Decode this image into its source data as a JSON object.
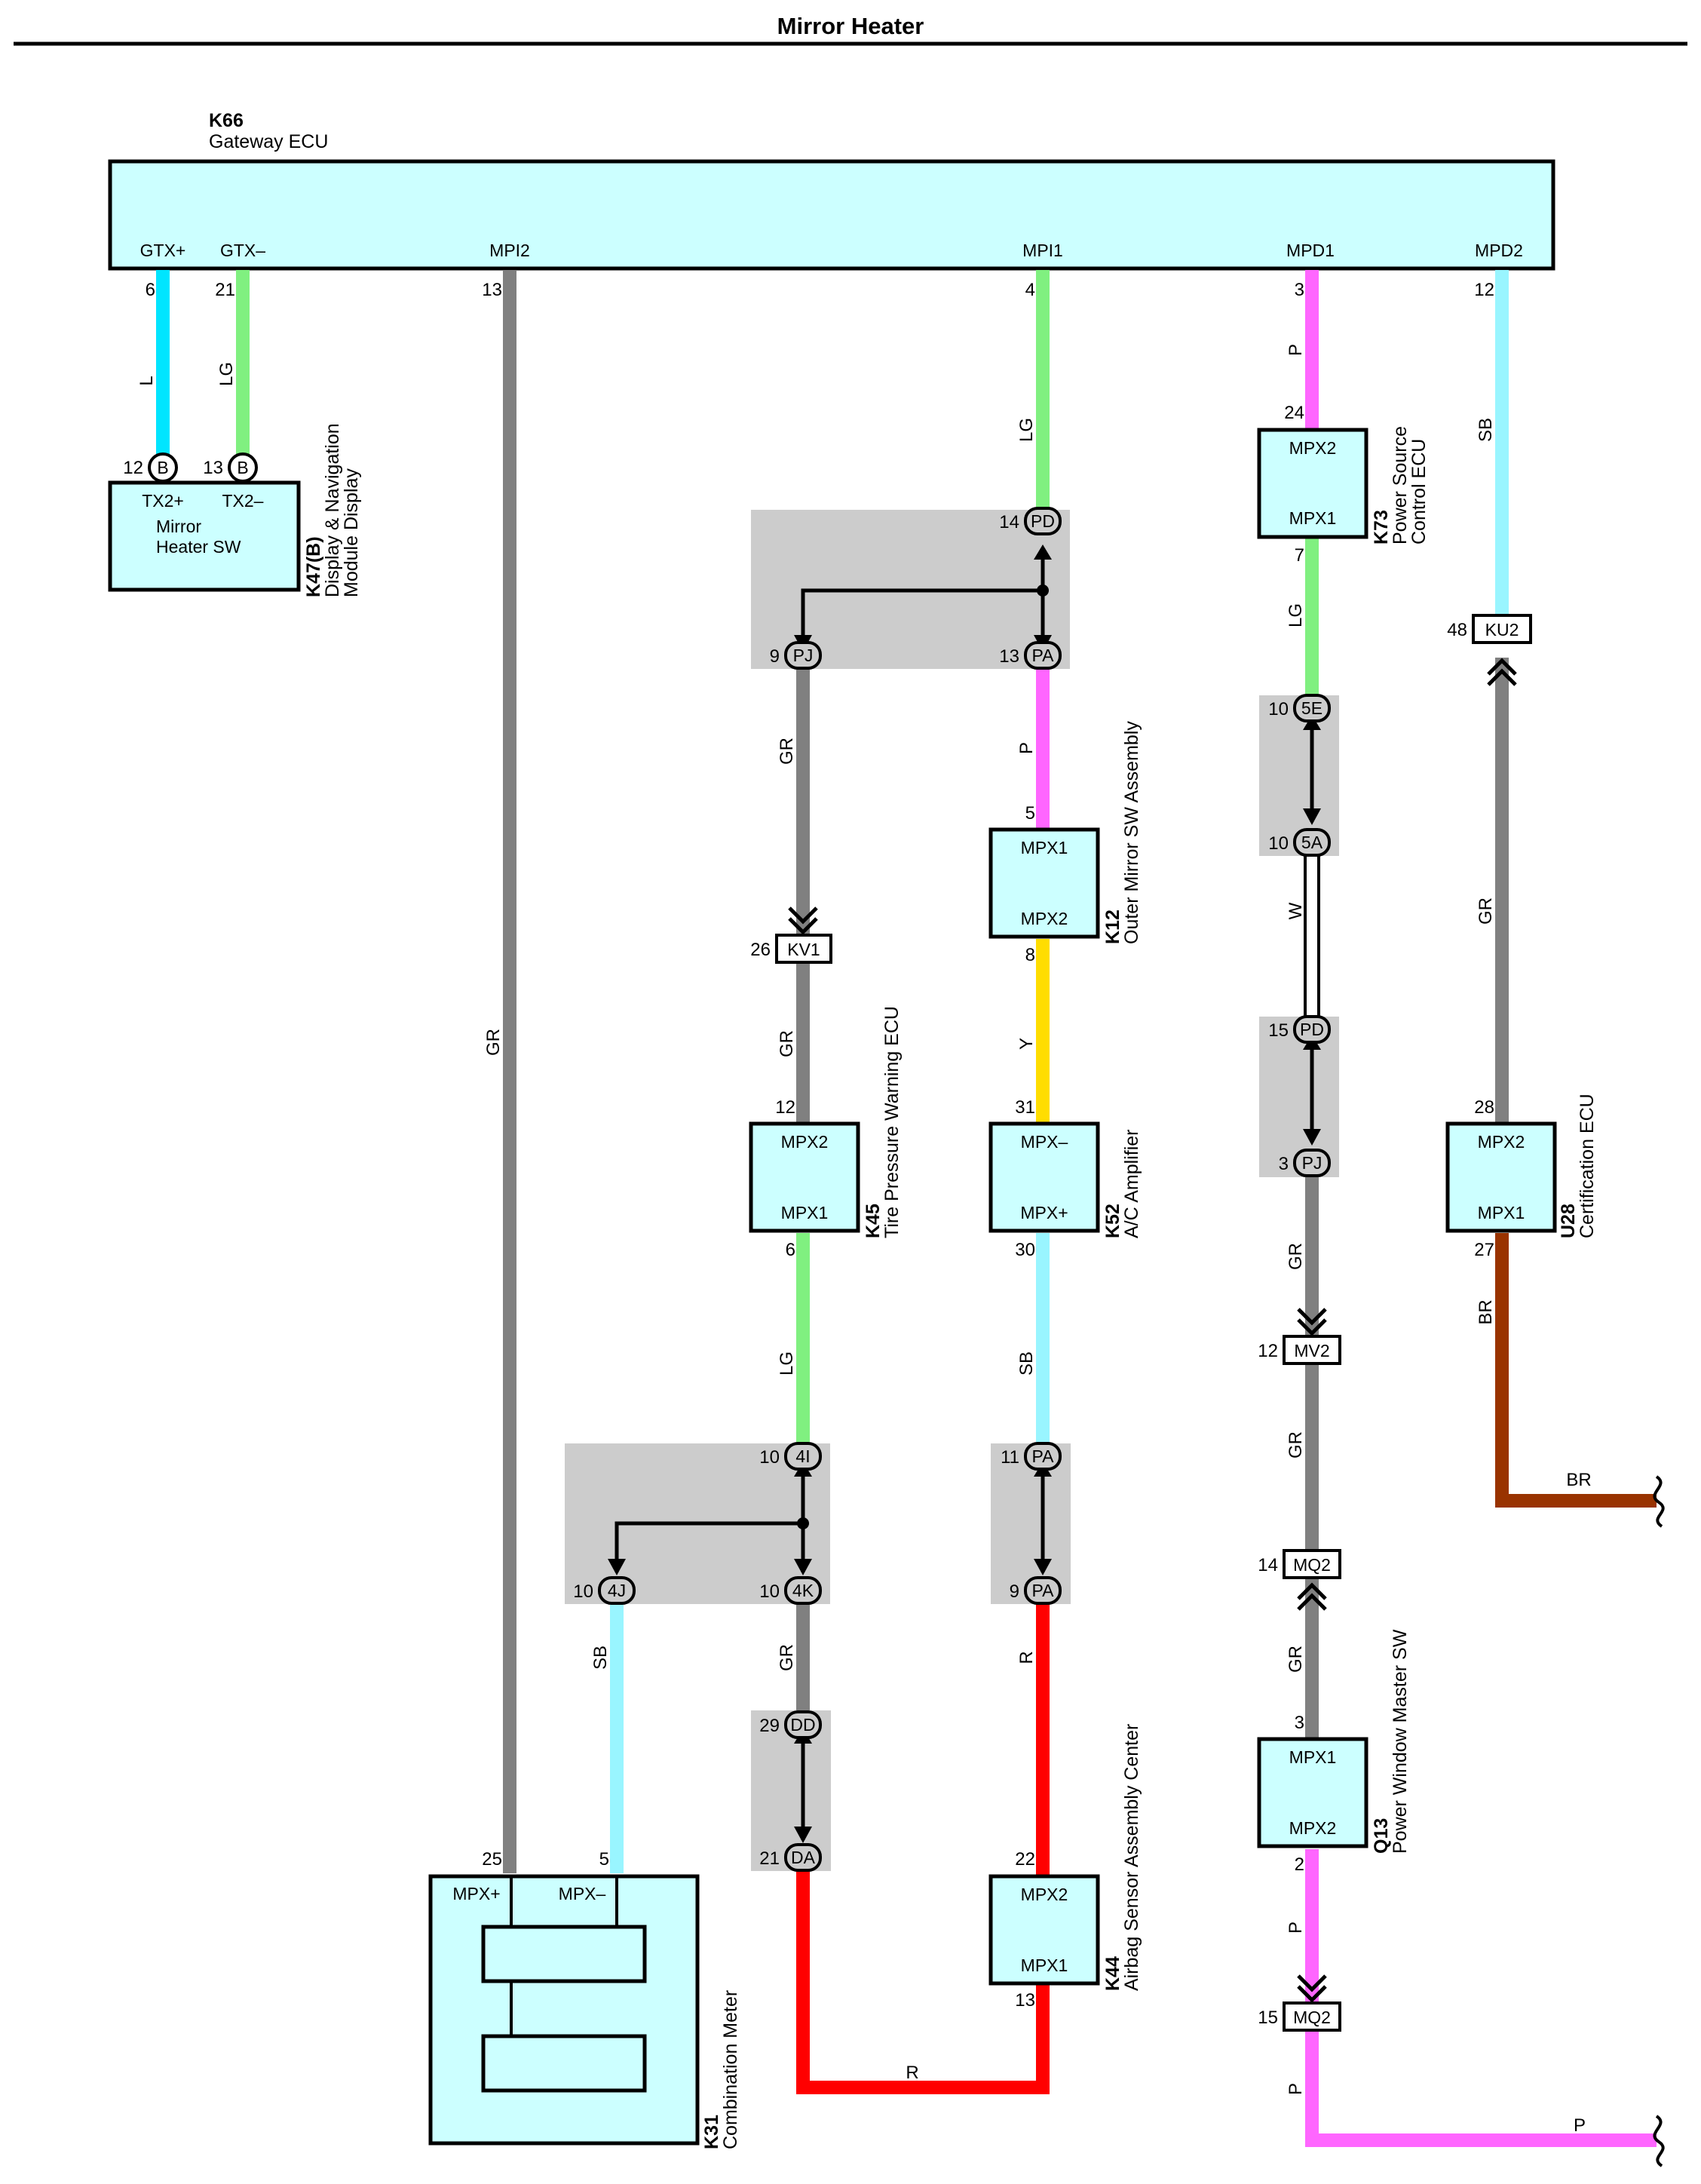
{
  "title": "Mirror Heater",
  "gateway": {
    "code": "K66",
    "name": "Gateway ECU",
    "ports": [
      "GTX+",
      "GTX–",
      "MPI2",
      "MPI1",
      "MPD1",
      "MPD2"
    ]
  },
  "pins": {
    "gtxp": "6",
    "gtxm": "21",
    "mpi2": "13",
    "mpi1": "4",
    "mpd1": "3",
    "mpd2": "12",
    "k47_b12": "12",
    "k47_b13": "13",
    "pd_top": "14",
    "pj_left": "9",
    "pa_mid": "13",
    "k73_in": "24",
    "k73_out": "7",
    "j5e": "10",
    "j5a": "10",
    "jpd": "15",
    "jpj": "3",
    "ku2": "48",
    "kv1": "26",
    "k12_in": "5",
    "k12_out": "8",
    "k45_in": "12",
    "k45_out": "6",
    "k52_in": "31",
    "k52_out": "30",
    "u28_in": "28",
    "u28_out": "27",
    "mv2": "12",
    "mq2a": "14",
    "j4i": "10",
    "j4j": "10",
    "j4k": "10",
    "jpa_a": "11",
    "jpa_b": "9",
    "jdd": "29",
    "jda": "21",
    "q13_in": "3",
    "q13_out": "2",
    "k31_p": "25",
    "k31_m": "5",
    "k44_in": "22",
    "k44_out": "13",
    "mq2b": "15"
  },
  "connectors": {
    "b": "B",
    "pd": "PD",
    "pj": "PJ",
    "pa": "PA",
    "c5e": "5E",
    "c5a": "5A",
    "c4i": "4I",
    "c4j": "4J",
    "c4k": "4K",
    "dd": "DD",
    "da": "DA",
    "ku2": "KU2",
    "kv1": "KV1",
    "mv2": "MV2",
    "mq2": "MQ2"
  },
  "wire_colors": {
    "l": "L",
    "lg": "LG",
    "gr": "GR",
    "p": "P",
    "sb": "SB",
    "w": "W",
    "y": "Y",
    "r": "R",
    "br": "BR"
  },
  "components": {
    "k47": {
      "code": "K47(B)",
      "name_line1": "Display & Navigation",
      "name_line2": "Module Display",
      "tx_plus": "TX2+",
      "tx_minus": "TX2–",
      "label_line1": "Mirror",
      "label_line2": "Heater SW"
    },
    "k73": {
      "code": "K73",
      "name_line1": "Power Source",
      "name_line2": "Control ECU",
      "top": "MPX2",
      "bottom": "MPX1"
    },
    "k12": {
      "code": "K12",
      "name": "Outer Mirror SW Assembly",
      "top": "MPX1",
      "bottom": "MPX2"
    },
    "k45": {
      "code": "K45",
      "name": "Tire Pressure Warning ECU",
      "top": "MPX2",
      "bottom": "MPX1"
    },
    "k52": {
      "code": "K52",
      "name": "A/C Amplifier",
      "top": "MPX–",
      "bottom": "MPX+"
    },
    "u28": {
      "code": "U28",
      "name": "Certification ECU",
      "top": "MPX2",
      "bottom": "MPX1"
    },
    "q13": {
      "code": "Q13",
      "name": "Power Window Master SW",
      "top": "MPX1",
      "bottom": "MPX2"
    },
    "k44": {
      "code": "K44",
      "name": "Airbag Sensor Assembly Center",
      "top": "MPX2",
      "bottom": "MPX1"
    },
    "k31": {
      "code": "K31",
      "name": "Combination Meter",
      "plus": "MPX+",
      "minus": "MPX–"
    }
  },
  "colors": {
    "L": "#00e5ff",
    "LG": "#80f080",
    "GR": "#808080",
    "P": "#ff66ff",
    "SB": "#99f5ff",
    "W": "#ffffff",
    "Y": "#ffdd00",
    "R": "#ff0000",
    "BR": "#993300",
    "box": "#ccffff",
    "junction": "#cccccc"
  }
}
